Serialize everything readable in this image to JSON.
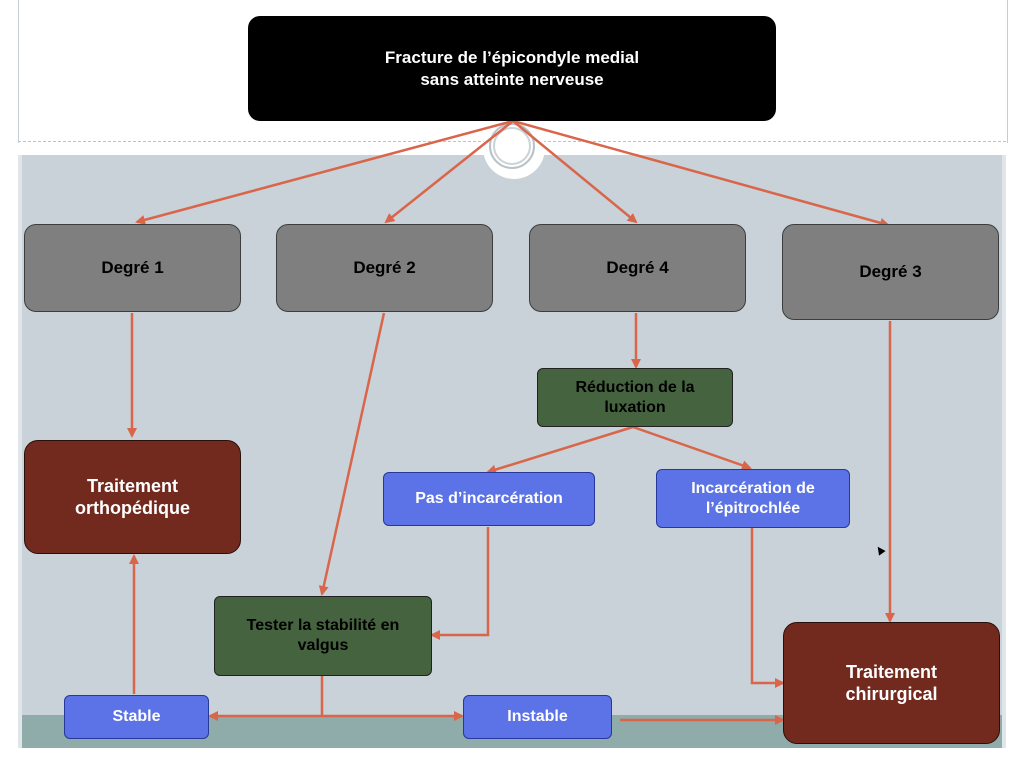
{
  "title": {
    "line1": "Fracture de l’épicondyle medial",
    "line2": "sans atteinte nerveuse"
  },
  "grades": {
    "d1": "Degré 1",
    "d2": "Degré 2",
    "d4": "Degré 4",
    "d3": "Degré 3"
  },
  "reduction": {
    "line1": "Réduction de la",
    "line2": "luxation"
  },
  "pas_incarceration": "Pas d’incarcération",
  "incarceration": {
    "line1": "Incarcération de",
    "line2": "l’épitrochlée"
  },
  "ortho": {
    "line1": "Traitement",
    "line2": "orthopédique"
  },
  "tester": {
    "line1": "Tester la stabilité en",
    "line2": "valgus"
  },
  "chir": {
    "line1": "Traitement",
    "line2": "chirurgical"
  },
  "stable": "Stable",
  "instable": "Instable",
  "colors": {
    "arrow": "#d9664a",
    "title_bg": "#000000",
    "grade_bg": "#7f7f7f",
    "green_bg": "#45633f",
    "treatment_bg": "#722a1e",
    "decision_bg": "#5b73e6"
  }
}
